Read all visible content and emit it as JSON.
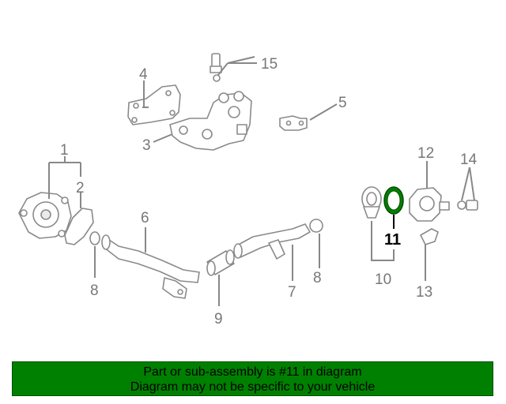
{
  "callouts": {
    "c1": "1",
    "c2": "2",
    "c3": "3",
    "c4": "4",
    "c5": "5",
    "c6": "6",
    "c7": "7",
    "c8a": "8",
    "c8b": "8",
    "c9": "9",
    "c10": "10",
    "c11": "11",
    "c12": "12",
    "c13": "13",
    "c14": "14",
    "c15": "15"
  },
  "highlight": {
    "part_number": "11",
    "color": "#008000"
  },
  "banner": {
    "line1": "Part or sub-assembly is #11 in diagram",
    "line2": "Diagram may not be specific to your vehicle",
    "background": "#008000"
  }
}
